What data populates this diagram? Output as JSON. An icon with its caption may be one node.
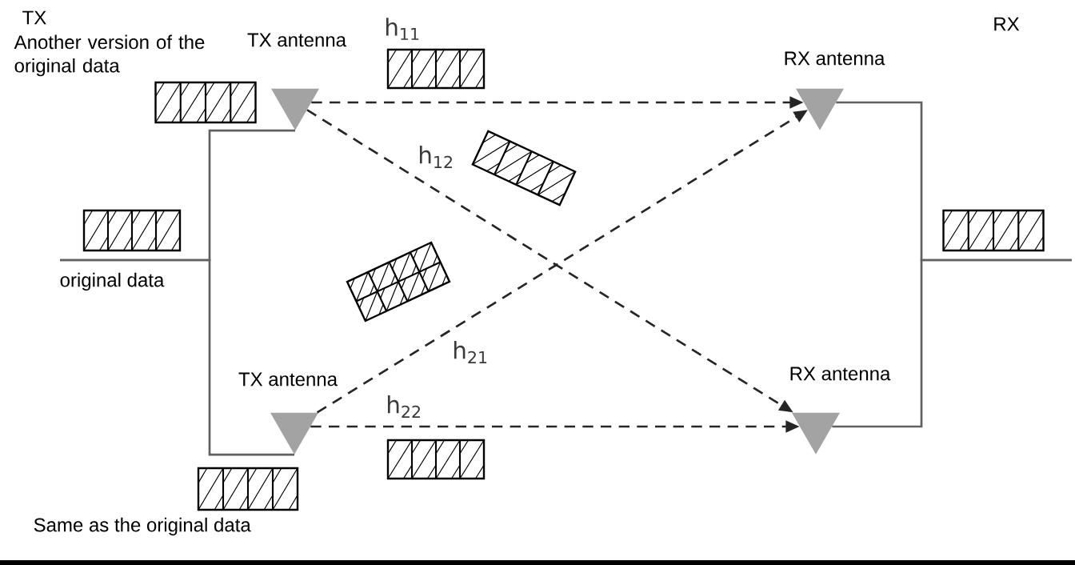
{
  "diagram": {
    "nodes": [
      {
        "text": [
          "TX antenna"
        ]
      },
      {
        "text": [],
        "shape": "box",
        "beside": [
          "Another version of the original data"
        ]
      },
      {
        "text": [],
        "shape": "box"
      },
      {
        "text": [
          "RX antenna"
        ]
      },
      {
        "text": [],
        "shape": "box"
      },
      {
        "text": [],
        "shape": "box"
      },
      {
        "text": [],
        "shape": "box"
      },
      {
        "text": [],
        "shape": "box"
      },
      {
        "text": [
          "TX antenna"
        ]
      },
      {
        "text": [
          "RX antenna"
        ]
      },
      {
        "text": [],
        "shape": "box"
      },
      {
        "text": [],
        "shape": "box",
        "beside": [
          "Same as the original data"
        ]
      }
    ],
    "edges": [
      {
        "from": 0,
        "to": 3,
        "arrow": "to",
        "style": "dashed",
        "label": "h$_{11}$"
      },
      {
        "from": 0,
        "to": 9,
        "arrow": "to",
        "style": "dashed",
        "label": "h$_{12}$"
      },
      {
        "from": 8,
        "to": 3,
        "arrow": "to",
        "style": "dashed",
        "label": "h$_{21}$"
      },
      {
        "from": 8,
        "to": 9,
        "arrow": "to",
        "style": "dashed",
        "label": "h$_{22}$"
      },
      {
        "from": null,
        "to": 0,
        "arrow": "none",
        "color": "#606060"
      },
      {
        "from": null,
        "to": 8,
        "arrow": "none",
        "color": "#606060"
      },
      {
        "from": 3,
        "to": null,
        "arrow": "none",
        "color": "#606060"
      },
      {
        "from": 9,
        "to": null,
        "arrow": "none",
        "color": "#606060"
      }
    ],
    "labels": [
      "TX",
      "RX",
      "original data"
    ]
  }
}
